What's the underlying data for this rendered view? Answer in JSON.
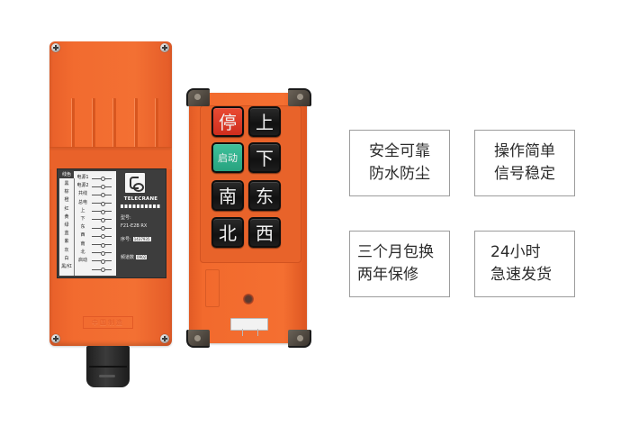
{
  "receiver": {
    "label_header": "线色",
    "wire_colors": [
      "黑",
      "棕",
      "橙",
      "红",
      "黄",
      "绿",
      "蓝",
      "紫",
      "灰",
      "白",
      "黑/红"
    ],
    "functions": [
      "电源1",
      "电源2",
      "共线",
      "总电",
      "上",
      "下",
      "东",
      "西",
      "南",
      "北",
      "启动"
    ],
    "brand": "TELECRANE",
    "model_label": "型号:",
    "model_value": "F21-E2B    RX",
    "serial_label": "序号:",
    "serial_value": "1437935",
    "freq_label": "频道数",
    "freq_value": "0902",
    "emboss_text": "中国制造"
  },
  "transmitter": {
    "keys": [
      {
        "label": "停",
        "color": "red"
      },
      {
        "label": "上",
        "color": "black"
      },
      {
        "label": "启动",
        "color": "green"
      },
      {
        "label": "下",
        "color": "black"
      },
      {
        "label": "南",
        "color": "black"
      },
      {
        "label": "东",
        "color": "black"
      },
      {
        "label": "北",
        "color": "black"
      },
      {
        "label": "西",
        "color": "black"
      }
    ]
  },
  "features": [
    {
      "line1": "安全可靠",
      "line2": "防水防尘"
    },
    {
      "line1": "操作简单",
      "line2": "信号稳定"
    },
    {
      "line1": "三个月包换",
      "line2": "两年保修"
    },
    {
      "line1": "24小时",
      "line2": "急速发货"
    }
  ],
  "colors": {
    "housing_orange": "#f36e31",
    "key_red": "#d93a26",
    "key_green": "#34b38f",
    "key_black": "#161616",
    "box_border": "#9c9c9c"
  }
}
